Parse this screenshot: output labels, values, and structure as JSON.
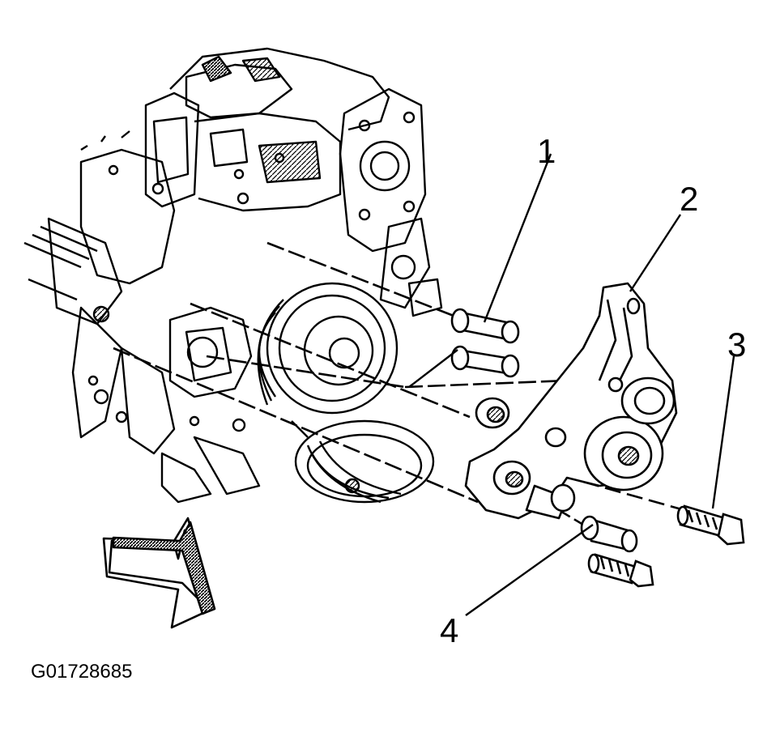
{
  "figure": {
    "id": "G01728685",
    "line_color": "#000000",
    "background": "#ffffff"
  },
  "callouts": [
    {
      "label": "1",
      "part": "bushing / sleeve pair"
    },
    {
      "label": "2",
      "part": "drive belt tensioner bracket"
    },
    {
      "label": "3",
      "part": "tensioner bolt"
    },
    {
      "label": "4",
      "part": "spacer and bolt"
    }
  ],
  "icons": {
    "view_arrow": "front-direction-arrow-icon"
  }
}
